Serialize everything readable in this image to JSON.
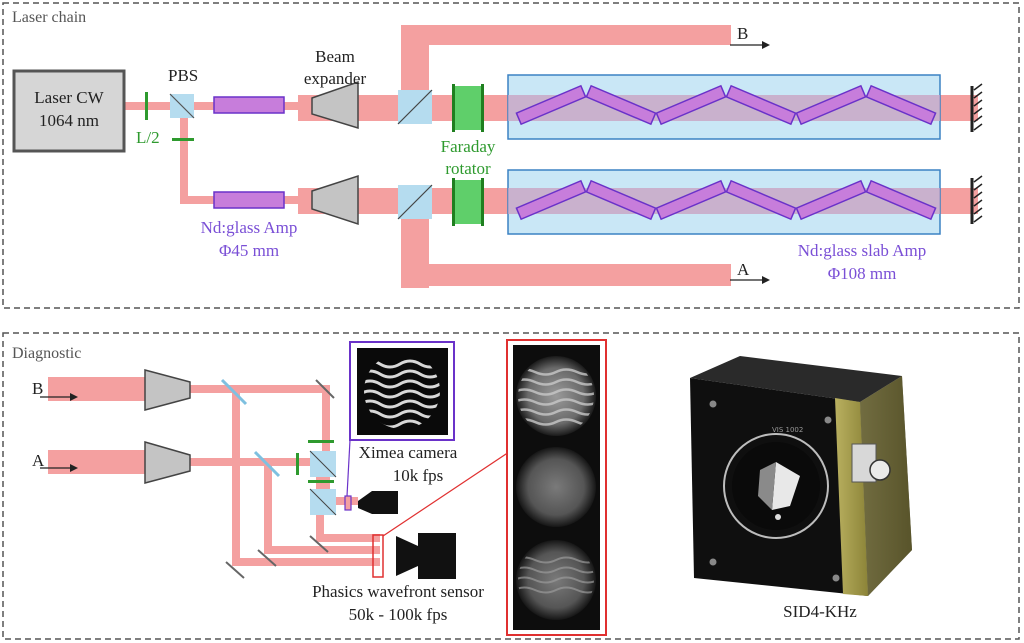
{
  "laser_chain": {
    "title": "Laser chain",
    "laser_box": {
      "line1": "Laser CW",
      "line2": "1064 nm"
    },
    "pbs": "PBS",
    "half_wave": "L/2",
    "beam_expander": {
      "line1": "Beam",
      "line2": "expander"
    },
    "faraday": {
      "line1": "Faraday",
      "line2": "rotator"
    },
    "nd_amp": {
      "line1": "Nd:glass Amp",
      "line2": "Φ45 mm"
    },
    "slab_amp": {
      "line1": "Nd:glass slab Amp",
      "line2": "Φ108 mm"
    },
    "output_b": "B",
    "output_a": "A"
  },
  "diagnostic": {
    "title": "Diagnostic",
    "input_b": "B",
    "input_a": "A",
    "camera": {
      "line1": "Ximea camera",
      "line2": "10k fps"
    },
    "wavefront": {
      "line1": "Phasics wavefront sensor",
      "line2": "50k - 100k fps"
    },
    "sensor_caption": "SID4-KHz",
    "sensor_body_text": "VIS 1002"
  },
  "colors": {
    "beam": "#f4a0a0",
    "beam_overlap": "#c9a3c4",
    "slab_box": "#bfe3f5",
    "slab_border": "#3b82c4",
    "amp_rod": "#c77ddb",
    "amp_border": "#6a32c9",
    "faraday": "#5fcf6a",
    "green_text": "#2e9a2e",
    "purple_text": "#7a4fd6",
    "camera_frame": "#7a4fd6",
    "strip_frame": "#e03030"
  }
}
